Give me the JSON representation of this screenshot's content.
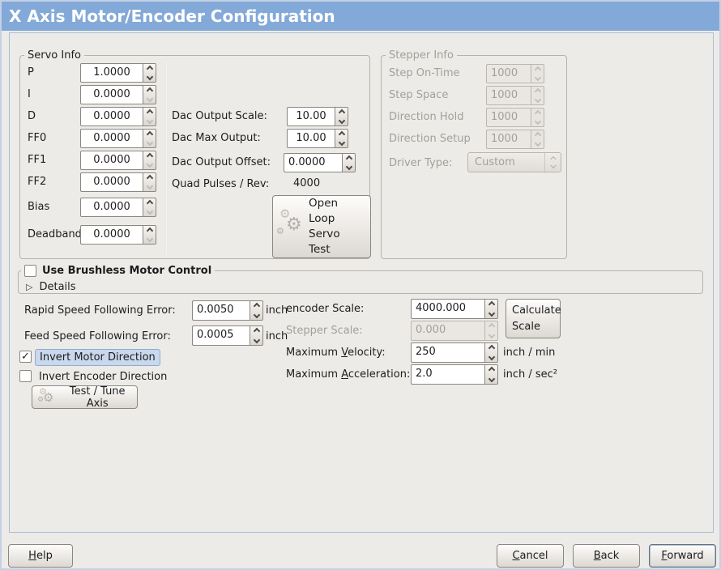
{
  "title_bar": {
    "title": "X Axis Motor/Encoder Configuration"
  },
  "servo_info": {
    "title": "Servo Info",
    "gains": [
      {
        "label": "P",
        "value": "1.0000",
        "at_min": false
      },
      {
        "label": "I",
        "value": "0.0000",
        "at_min": true
      },
      {
        "label": "D",
        "value": "0.0000",
        "at_min": true
      },
      {
        "label": "FF0",
        "value": "0.0000",
        "at_min": true
      },
      {
        "label": "FF1",
        "value": "0.0000",
        "at_min": true
      },
      {
        "label": "FF2",
        "value": "0.0000",
        "at_min": true
      },
      {
        "label": "Bias",
        "value": "0.0000",
        "at_min": true
      },
      {
        "label": "Deadband",
        "value": "0.0000",
        "at_min": true
      }
    ],
    "dac_scale": {
      "label": "Dac Output Scale:",
      "value": "10.00"
    },
    "dac_max": {
      "label": "Dac Max Output:",
      "value": "10.00"
    },
    "dac_offset": {
      "label": "Dac Output Offset:",
      "value": "0.0000"
    },
    "quad_pulses": {
      "label": "Quad Pulses / Rev:",
      "value": "4000"
    },
    "open_loop_button": "Open\nLoop\nServo\nTest"
  },
  "stepper_info": {
    "title": "Stepper Info",
    "rows": [
      {
        "label": "Step On-Time",
        "value": "1000"
      },
      {
        "label": "Step Space",
        "value": "1000"
      },
      {
        "label": "Direction Hold",
        "value": "1000"
      },
      {
        "label": "Direction Setup",
        "value": "1000"
      }
    ],
    "driver_type": {
      "label": "Driver Type:",
      "value": "Custom"
    }
  },
  "brushless": {
    "label": "Use Brushless Motor Control",
    "checked": false,
    "details": "Details"
  },
  "following_errors": {
    "rapid": {
      "label": "Rapid Speed Following Error:",
      "value": "0.0050",
      "unit": "inch"
    },
    "feed": {
      "label": "Feed Speed Following Error:",
      "value": "0.0005",
      "unit": "inch"
    }
  },
  "scaling": {
    "encoder": {
      "label": "encoder Scale:",
      "value": "4000.000"
    },
    "stepper": {
      "label": "Stepper Scale:",
      "value": "0.000"
    },
    "velocity": {
      "label_pre": "Maximum ",
      "label_mn": "V",
      "label_post": "elocity:",
      "value": "250",
      "unit": "inch / min"
    },
    "acceleration": {
      "label_pre": "Maximum ",
      "label_mn": "A",
      "label_post": "cceleration:",
      "value": "2.0",
      "unit": "inch / sec²"
    },
    "calculate_button": "Calculate\nScale"
  },
  "direction": {
    "invert_motor": {
      "label": "Invert Motor Direction",
      "checked": true
    },
    "invert_encoder": {
      "label": "Invert Encoder Direction",
      "checked": false
    },
    "test_tune_button": "Test / Tune Axis"
  },
  "footer": {
    "help": {
      "mn": "H",
      "rest": "elp"
    },
    "cancel": {
      "mn": "C",
      "rest": "ancel"
    },
    "back": {
      "mn": "B",
      "rest": "ack"
    },
    "forward": {
      "mn": "F",
      "rest": "orward"
    }
  }
}
